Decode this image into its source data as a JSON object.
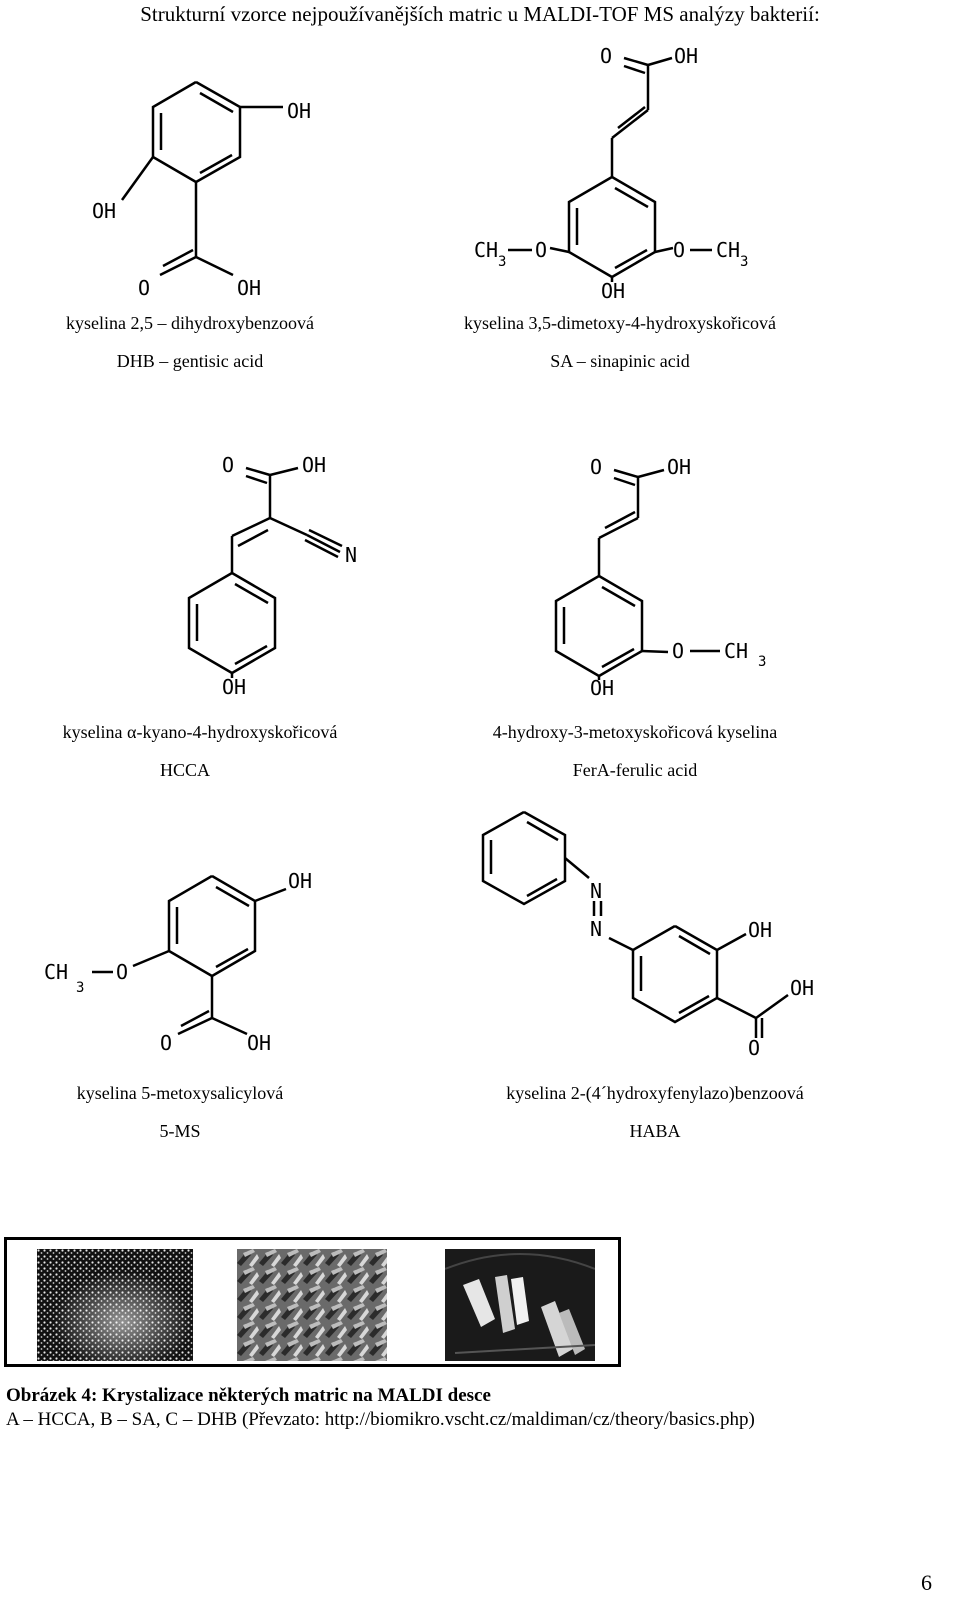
{
  "page": {
    "title": "Strukturní vzorce nejpoužívanějších matric u MALDI-TOF MS analýzy bakterií:",
    "page_number": "6"
  },
  "molecules": [
    {
      "name_cz": "kyselina 2,5 – dihydroxybenzoová",
      "abbr": "DHB – gentisic acid"
    },
    {
      "name_cz": "kyselina 3,5-dimetoxy-4-hydroxyskořicová",
      "abbr": "SA – sinapinic acid"
    },
    {
      "name_cz": "kyselina α-kyano-4-hydroxyskořicová",
      "abbr": "HCCA"
    },
    {
      "name_cz": "4-hydroxy-3-metoxyskořicová kyselina",
      "abbr": "FerA-ferulic acid"
    },
    {
      "name_cz": "kyselina 5-metoxysalicylová",
      "abbr": "5-MS"
    },
    {
      "name_cz": "kyselina 2-(4´hydroxyfenylazo)benzoová",
      "abbr": "HABA"
    }
  ],
  "atoms": {
    "oh": "OH",
    "o": "O",
    "ch": "CH",
    "three": "3",
    "n": "N"
  },
  "figure": {
    "caption_title": "Obrázek 4: Krystalizace některých matric na MALDI desce",
    "caption_text": "A – HCCA, B – SA, C – DHB  (Převzato: http://biomikro.vscht.cz/maldiman/cz/theory/basics.php)"
  }
}
